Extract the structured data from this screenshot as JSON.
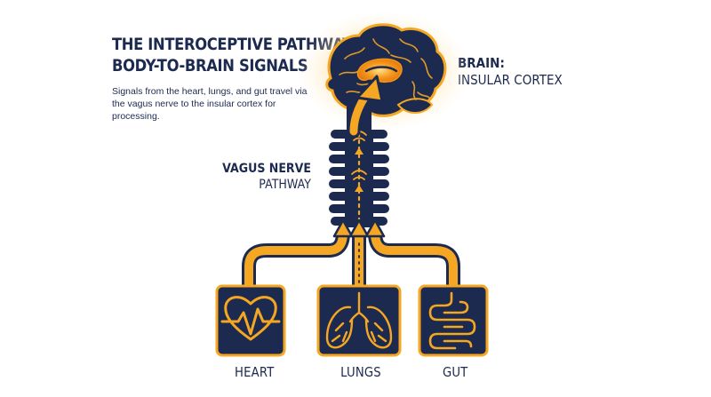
{
  "title": {
    "line1": "THE INTEROCEPTIVE PATHWAY:",
    "line2": "BODY-TO-BRAIN SIGNALS"
  },
  "subtitle": "Signals from the heart, lungs, and gut travel via the vagus nerve to the insular cortex for processing.",
  "brain": {
    "label_bold": "BRAIN:",
    "label_regular": "INSULAR CORTEX",
    "icon": "brain-icon"
  },
  "vagus": {
    "label_bold": "VAGUS NERVE",
    "label_regular": "PATHWAY"
  },
  "organs": [
    {
      "label": "HEART",
      "icon": "heart-pulse-icon"
    },
    {
      "label": "LUNGS",
      "icon": "lungs-icon"
    },
    {
      "label": "GUT",
      "icon": "intestines-icon"
    }
  ],
  "colors": {
    "navy": "#1b2a4e",
    "orange": "#f5a623",
    "glow": "#ffcf73"
  }
}
